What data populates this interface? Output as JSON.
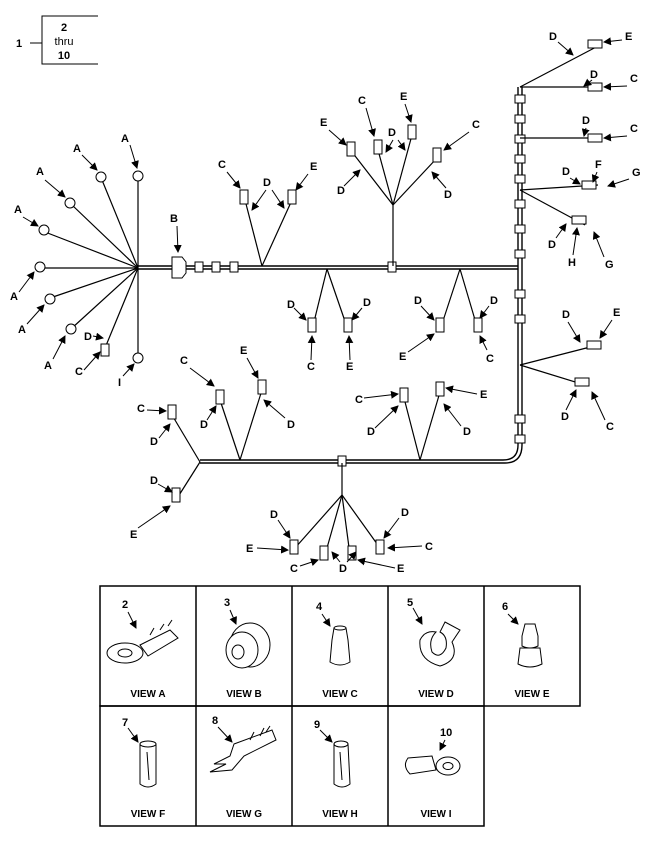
{
  "index_box": {
    "item": "1",
    "line1": "2",
    "line2": "thru",
    "line3": "10"
  },
  "callouts": {
    "a": "A",
    "b": "B",
    "c": "C",
    "d": "D",
    "e": "E",
    "f": "F",
    "g": "G",
    "h": "H",
    "i": "I"
  },
  "views": [
    {
      "num": "2",
      "title": "VIEW A",
      "icon": "ring-terminal-icon"
    },
    {
      "num": "3",
      "title": "VIEW B",
      "icon": "grommet-icon"
    },
    {
      "num": "4",
      "title": "VIEW C",
      "icon": "connector-shell-icon"
    },
    {
      "num": "5",
      "title": "VIEW D",
      "icon": "clip-icon"
    },
    {
      "num": "6",
      "title": "VIEW E",
      "icon": "plug-icon"
    },
    {
      "num": "7",
      "title": "VIEW F",
      "icon": "sleeve-icon"
    },
    {
      "num": "8",
      "title": "VIEW G",
      "icon": "spade-terminal-icon"
    },
    {
      "num": "9",
      "title": "VIEW H",
      "icon": "sleeve-icon"
    },
    {
      "num": "10",
      "title": "VIEW I",
      "icon": "ring-lug-icon"
    }
  ]
}
